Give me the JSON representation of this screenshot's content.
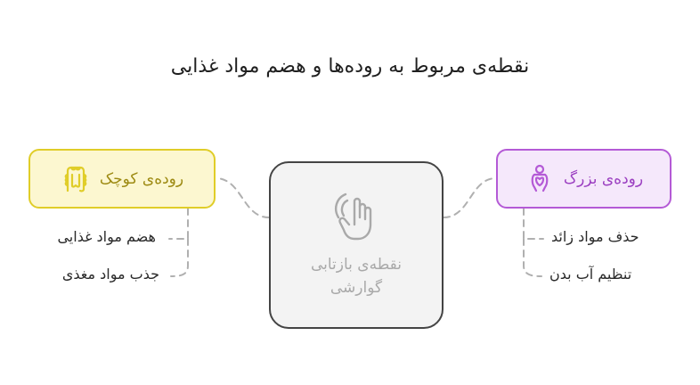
{
  "title": "نقطه‌ی مربوط به روده‌ها و هضم مواد غذایی",
  "center": {
    "label": "نقطه‌ی بازتابی گوارشی",
    "icon": "hand-touch-icon"
  },
  "small_intestine": {
    "label": "روده‌ی کوچک",
    "icon": "intestine-icon",
    "items": [
      "هضم مواد غذایی",
      "جذب مواد مغذی"
    ]
  },
  "large_intestine": {
    "label": "روده‌ی بزرگ",
    "icon": "person-stomach-icon",
    "items": [
      "حذف مواد زائد",
      "تنظیم آب بدن"
    ]
  },
  "colors": {
    "small_border": "#e0cd28",
    "small_fill": "#fcf7d0",
    "small_text": "#9d8a12",
    "large_border": "#b45ad6",
    "large_fill": "#f5e8fb",
    "large_text": "#9b3fc1",
    "center_border": "#444444",
    "center_fill": "#f3f3f3",
    "center_text": "#a9a9a9",
    "connector": "#b0b0b0"
  }
}
